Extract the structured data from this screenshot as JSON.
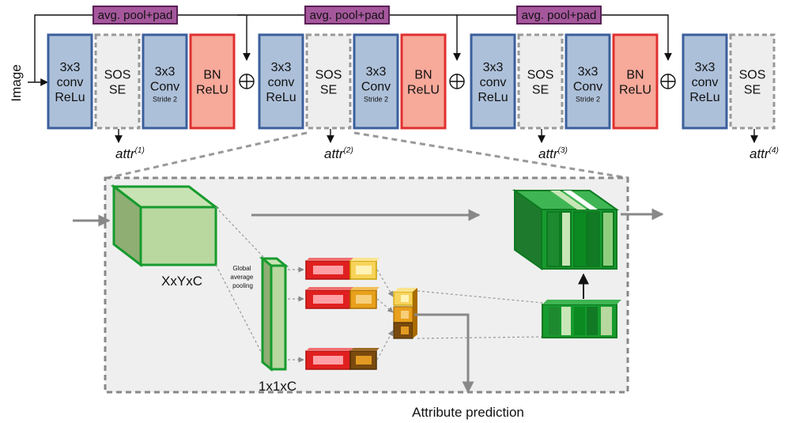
{
  "input_label": "Image",
  "pool_labels": [
    "avg. pool+pad",
    "avg. pool+pad",
    "avg. pool+pad"
  ],
  "blocks": [
    {
      "kind": "conv",
      "lines": [
        "3x3",
        "conv",
        "ReLu"
      ]
    },
    {
      "kind": "sos",
      "lines": [
        "SOS",
        "SE"
      ]
    },
    {
      "kind": "convs",
      "lines": [
        "3x3",
        "Conv"
      ],
      "sub": "Stride 2"
    },
    {
      "kind": "bn",
      "lines": [
        "BN",
        "ReLU"
      ]
    },
    {
      "kind": "conv",
      "lines": [
        "3x3",
        "conv",
        "ReLu"
      ]
    },
    {
      "kind": "sos",
      "lines": [
        "SOS",
        "SE"
      ]
    },
    {
      "kind": "convs",
      "lines": [
        "3x3",
        "Conv"
      ],
      "sub": "Stride 2"
    },
    {
      "kind": "bn",
      "lines": [
        "BN",
        "ReLU"
      ]
    },
    {
      "kind": "conv",
      "lines": [
        "3x3",
        "conv",
        "ReLu"
      ]
    },
    {
      "kind": "sos",
      "lines": [
        "SOS",
        "SE"
      ]
    },
    {
      "kind": "convs",
      "lines": [
        "3x3",
        "Conv"
      ],
      "sub": "Stride 2"
    },
    {
      "kind": "bn",
      "lines": [
        "BN",
        "ReLU"
      ]
    },
    {
      "kind": "conv",
      "lines": [
        "3x3",
        "conv",
        "ReLu"
      ]
    },
    {
      "kind": "sos",
      "lines": [
        "SOS",
        "SE"
      ]
    }
  ],
  "attr_labels": [
    {
      "base": "attr",
      "sup": "(1)"
    },
    {
      "base": "attr",
      "sup": "(2)"
    },
    {
      "base": "attr",
      "sup": "(3)"
    },
    {
      "base": "attr",
      "sup": "(4)"
    }
  ],
  "detail": {
    "tensor_label": "XxYxC",
    "vector_label": "1x1xC",
    "gap_label": [
      "Global",
      "average",
      "pooling"
    ],
    "output_label": "Attribute prediction"
  },
  "colors": {
    "conv_fill": "#adc0d9",
    "conv_stroke": "#3b5f9c",
    "sos_fill": "#eeeeee",
    "sos_stroke": "#999999",
    "bn_fill": "#f7a99a",
    "bn_stroke": "#e03030",
    "pool_fill": "#a5579c",
    "pool_stroke": "#5a1f55",
    "panel_fill": "#efefef",
    "green_dark": "#159a2d",
    "green_light": "#b7d89f"
  }
}
